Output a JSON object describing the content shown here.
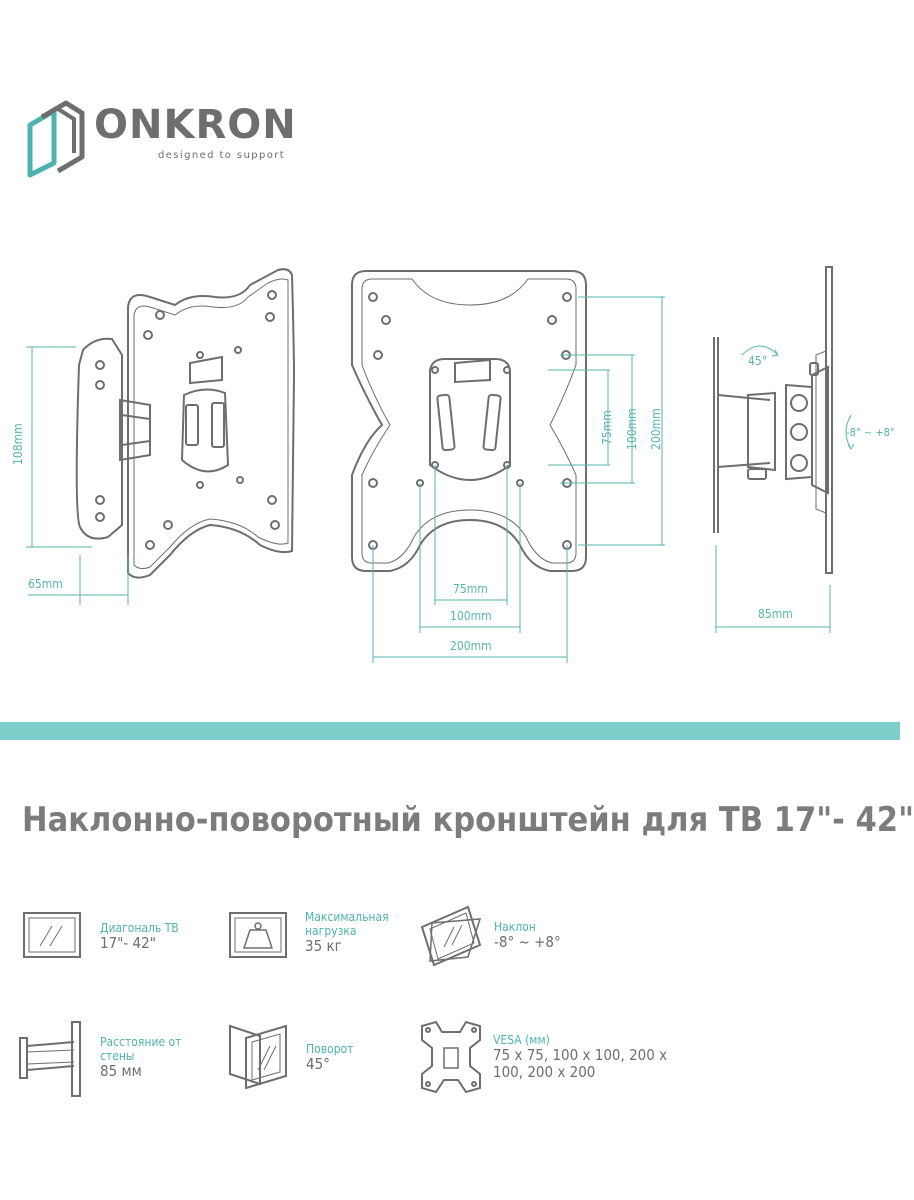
{
  "brand": {
    "name": "ONKRON",
    "tagline": "designed to support",
    "accent_color": "#55b5b0",
    "text_color": "#6d6e70",
    "band_color": "#7ccfcb"
  },
  "dimensions": {
    "side_height": "108mm",
    "side_depth": "65mm",
    "plate_v_75": "75mm",
    "plate_v_100": "100mm",
    "plate_v_200": "200mm",
    "plate_h_75": "75mm",
    "plate_h_100": "100mm",
    "plate_h_200": "200mm",
    "swivel_angle": "45°",
    "tilt_range": "-8° ~ +8°",
    "wall_distance": "85mm"
  },
  "product_title": "Наклонно-поворотный кронштейн для ТВ 17\"- 42\"",
  "features": [
    {
      "icon": "tv-screen-icon",
      "label": "Диагональ ТВ",
      "value": "17\"- 42\""
    },
    {
      "icon": "weight-load-icon",
      "label": "Максимальная нагрузка",
      "value": "35 кг"
    },
    {
      "icon": "tilt-icon",
      "label": "Наклон",
      "value": "-8° ~ +8°"
    },
    {
      "icon": "wall-distance-icon",
      "label": "Расстояние от стены",
      "value": "85 мм"
    },
    {
      "icon": "swivel-icon",
      "label": "Поворот",
      "value": "45°"
    },
    {
      "icon": "vesa-plate-icon",
      "label": "VESA (мм)",
      "value": "75 x 75, 100 x 100, 200 x 100, 200 x 200"
    }
  ]
}
